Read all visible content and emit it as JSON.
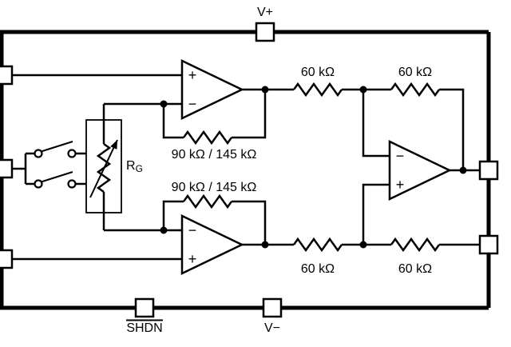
{
  "colors": {
    "ink": "#000000",
    "background": "#ffffff"
  },
  "pins": {
    "v_plus": {
      "label": "V+"
    },
    "v_minus": {
      "label": "V−"
    },
    "shutdown": {
      "label": "SHDN"
    }
  },
  "resistors": {
    "r_gain": {
      "label_main": "R",
      "label_sub": "G"
    },
    "r_fb_top": {
      "label": "90 kΩ / 145 kΩ"
    },
    "r_fb_bottom": {
      "label": "90 kΩ / 145 kΩ"
    },
    "r_out_top_1": {
      "label": "60 kΩ"
    },
    "r_out_top_2": {
      "label": "60 kΩ"
    },
    "r_out_bottom_1": {
      "label": "60 kΩ"
    },
    "r_out_bottom_2": {
      "label": "60 kΩ"
    }
  },
  "opamps": {
    "input_top": {
      "noninv": "+",
      "inv": "−"
    },
    "input_bottom": {
      "noninv": "+",
      "inv": "−"
    },
    "output": {
      "noninv": "+",
      "inv": "−"
    }
  }
}
